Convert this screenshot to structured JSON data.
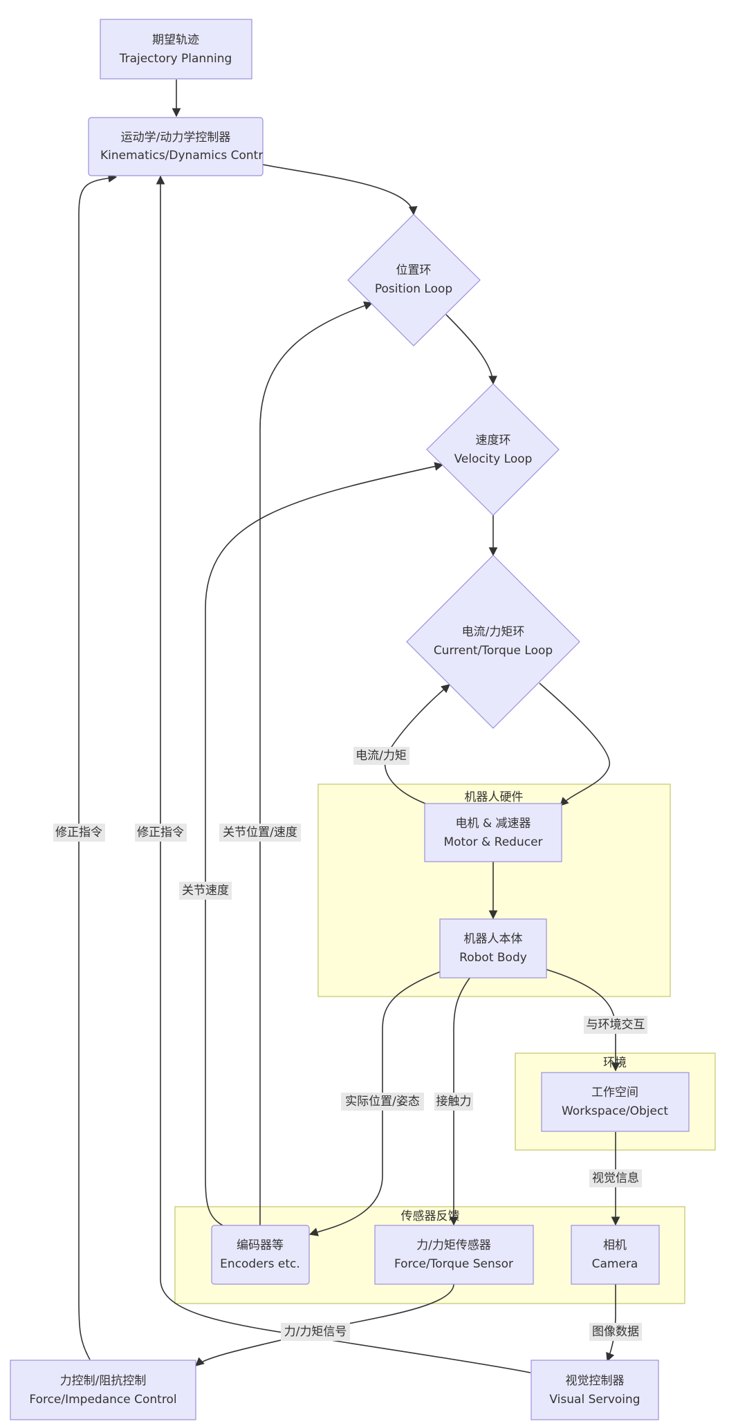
{
  "colors": {
    "node_fill": "#e8e8fc",
    "node_stroke": "#9a8fdc",
    "cluster_fill": "#fffed9",
    "cluster_stroke": "#c3c46a",
    "edge_stroke": "#333333",
    "label_bg": "#e8e8e8",
    "text": "#333333"
  },
  "nodes": {
    "trajectory": [
      "期望轨迹",
      "Trajectory Planning"
    ],
    "controller": [
      "运动学/动力学控制器",
      "Kinematics/Dynamics Contr"
    ],
    "position_loop": [
      "位置环",
      "Position Loop"
    ],
    "velocity_loop": [
      "速度环",
      "Velocity Loop"
    ],
    "current_loop": [
      "电流/力矩环",
      "Current/Torque Loop"
    ],
    "motor": [
      "电机 & 减速器",
      "Motor & Reducer"
    ],
    "robot_body": [
      "机器人本体",
      "Robot Body"
    ],
    "workspace": [
      "工作空间",
      "Workspace/Object"
    ],
    "encoders": [
      "编码器等",
      "Encoders etc."
    ],
    "ft_sensor": [
      "力/力矩传感器",
      "Force/Torque Sensor"
    ],
    "camera": [
      "相机",
      "Camera"
    ],
    "force_control": [
      "力控制/阻抗控制",
      "Force/Impedance Control"
    ],
    "visual_servo": [
      "视觉控制器",
      "Visual Servoing"
    ]
  },
  "clusters": {
    "hardware": "机器人硬件",
    "environment": "环境",
    "sensors": "传感器反馈"
  },
  "edge_labels": {
    "current_torque": "电流/力矩",
    "correction_left": "修正指令",
    "correction_right": "修正指令",
    "joint_pos_vel": "关节位置/速度",
    "joint_velocity": "关节速度",
    "env_interaction": "与环境交互",
    "actual_pose": "实际位置/姿态",
    "contact_force": "接触力",
    "visual_info": "视觉信息",
    "image_data": "图像数据",
    "ft_signal": "力/力矩信号"
  }
}
